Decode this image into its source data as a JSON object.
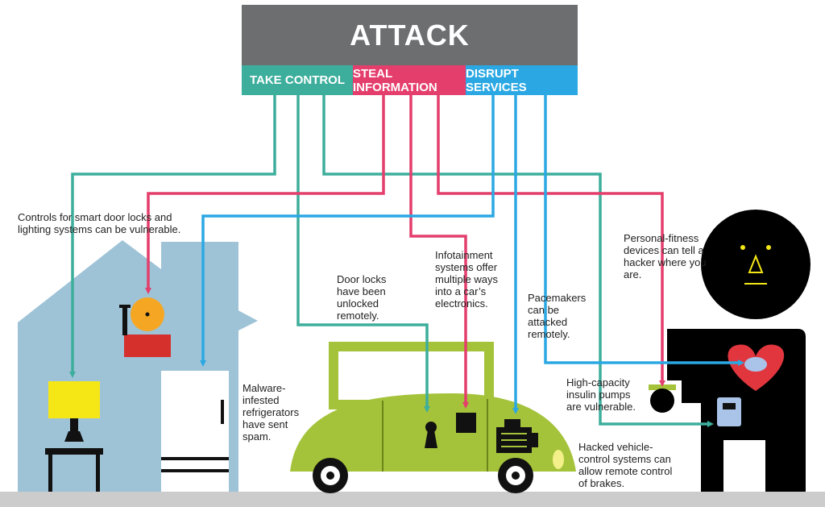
{
  "title": "ATTACK",
  "categories": [
    {
      "key": "take",
      "label": "TAKE CONTROL",
      "color": "#3dae9c"
    },
    {
      "key": "steal",
      "label": "STEAL INFORMATION",
      "color": "#e43e6c"
    },
    {
      "key": "disrupt",
      "label": "DISRUPT SERVICES",
      "color": "#2ba8e3"
    }
  ],
  "notes": {
    "smart_home": "Controls for smart door locks and lighting systems can be vulnerable.",
    "fitness": "Personal-fitness devices can tell a hacker where you are.",
    "door_locks": "Door locks have been unlocked remotely.",
    "infotainment": "Infotainment systems offer multiple ways into a car’s electronics.",
    "pacemakers": "Pacemakers can be attacked remotely.",
    "insulin": "High-capacity insulin pumps are vulnerable.",
    "fridge": "Malware-infested refrigerators have sent spam.",
    "vehicle": "Hacked vehicle-control systems can allow remote control of brakes."
  },
  "colors": {
    "house": "#9ec3d7",
    "car": "#a4c33a",
    "lamp": "#f5e716",
    "heart": "#e2363e",
    "figure": "#000000",
    "ground": "#cccccc"
  },
  "icons": [
    "lamp-icon",
    "alarm-bell-icon",
    "refrigerator-icon",
    "keyhole-icon",
    "chip-icon",
    "engine-icon",
    "heart-icon",
    "fitness-tracker-icon",
    "insulin-pump-icon"
  ]
}
